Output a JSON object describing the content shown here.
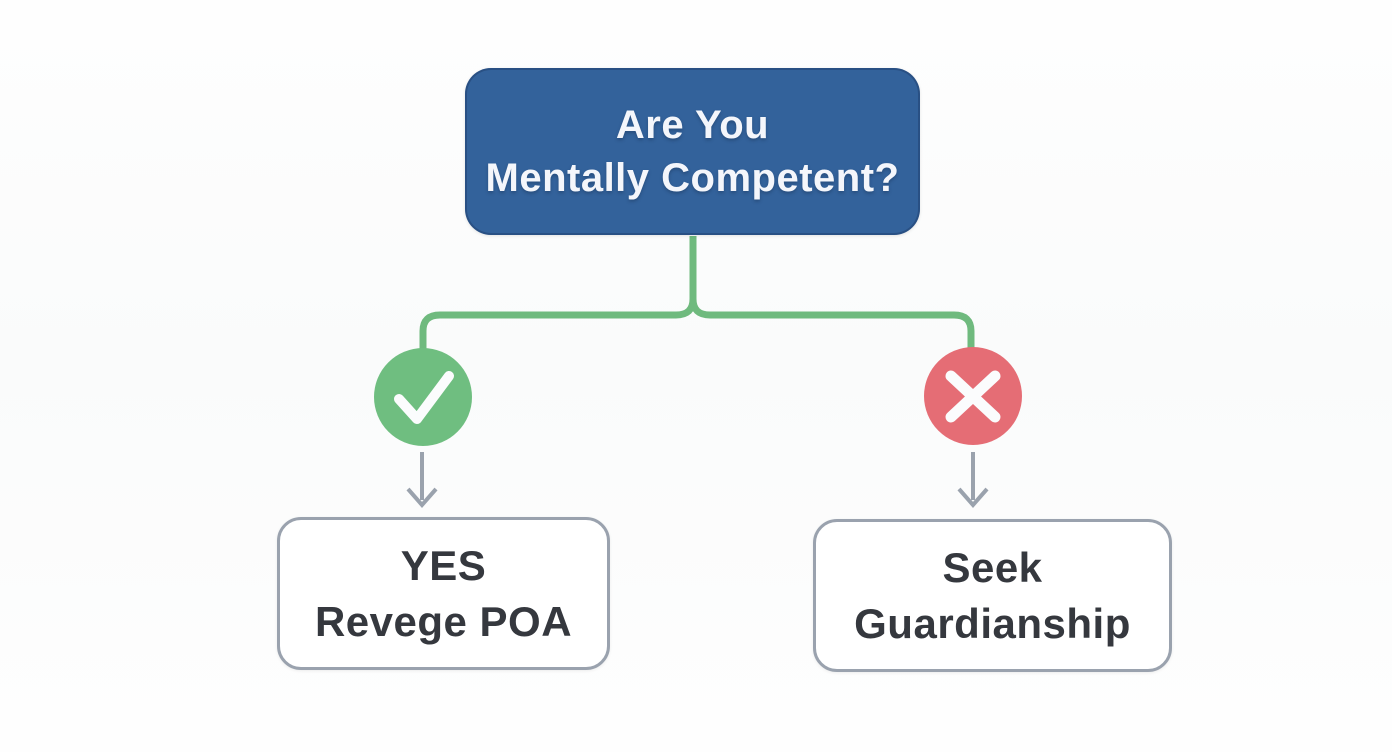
{
  "flowchart": {
    "root": {
      "line1": "Are You",
      "line2": "Mentally Competent?"
    },
    "yes_branch": {
      "icon": "check-icon",
      "box": {
        "line1": "YES",
        "line2": "Revege POA"
      }
    },
    "no_branch": {
      "icon": "x-icon",
      "box": {
        "line1": "Seek",
        "line2": "Guardianship"
      }
    },
    "colors": {
      "root_fill": "#33629b",
      "root_text": "#f4f6fb",
      "connector_green": "#6fba7e",
      "check_circle_green": "#6fbe80",
      "x_circle_red": "#e56d75",
      "icon_glyph_white": "#fbfcfd",
      "arrow_gray": "#9aa2ad",
      "leaf_border_gray": "#9aa2ae",
      "leaf_text": "#35383e",
      "background": "#fdfdfe"
    }
  }
}
